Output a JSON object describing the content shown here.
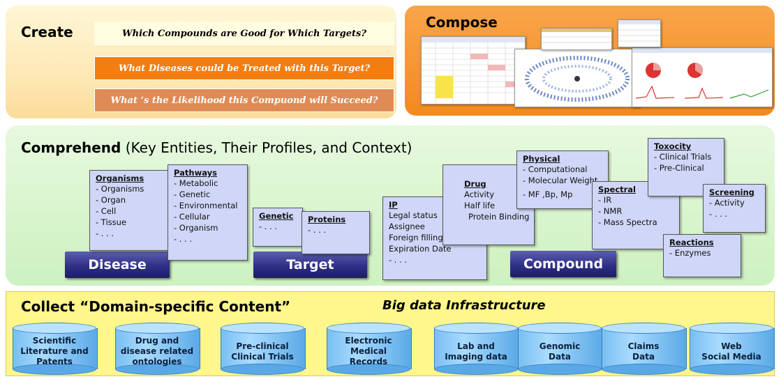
{
  "create": {
    "title": "Create",
    "questions": [
      "Which Compounds are Good for Which Targets?",
      "What Diseases could be Treated with this Target?",
      "What ‘s the Likelihood this Compuond will Succeed?"
    ],
    "colors": [
      "#fffde0",
      "#f47d10",
      "#df8b55"
    ]
  },
  "compose": {
    "title": "Compose"
  },
  "comprehend": {
    "title_bold": "Comprehend",
    "title_rest": " (Key Entities, Their Profiles, and Context)",
    "entities": {
      "disease": "Disease",
      "target": "Target",
      "compound": "Compound"
    },
    "notes": {
      "organisms": {
        "head": "Organisms",
        "items": [
          "- Organisms",
          "- Organ",
          "- Cell",
          "- Tissue",
          "- . . ."
        ]
      },
      "pathways": {
        "head": "Pathways",
        "items": [
          "- Metabolic",
          "- Genetic",
          "- Environmental",
          "- Cellular",
          "- Organism",
          "- . . ."
        ]
      },
      "genetic": {
        "head": "Genetic",
        "items": [
          "- . . ."
        ]
      },
      "proteins": {
        "head": "Proteins",
        "items": [
          "- . . ."
        ]
      },
      "ip": {
        "head": "IP",
        "items": [
          "Legal status",
          "Assignee",
          "Foreign fillings",
          "Expiration Date",
          "- . . ."
        ]
      },
      "drug": {
        "head": "Drug",
        "items": [
          "Activity",
          "Half life",
          "Protein Binding"
        ]
      },
      "physical": {
        "head": "Physical",
        "items": [
          "- Computational",
          "- Molecular Weight",
          "- MF ,Bp,  Mp"
        ]
      },
      "spectral": {
        "head": "Spectral",
        "items": [
          "- IR",
          "- NMR",
          "- Mass Spectra"
        ]
      },
      "toxocity": {
        "head": "Toxocity",
        "items": [
          "- Clinical Trials",
          "- Pre-Clinical"
        ]
      },
      "screening": {
        "head": "Screening",
        "items": [
          "- Activity",
          "- . . ."
        ]
      },
      "reactions": {
        "head": "Reactions",
        "items": [
          "- Enzymes"
        ]
      }
    }
  },
  "collect": {
    "title": "Collect “Domain-specific Content”",
    "subtitle": "Big data Infrastructure",
    "sources": [
      "Scientific\nLiterature and\nPatents",
      "Drug and\ndisease related\nontologies",
      "Pre-clinical\nClinical Trials",
      "Electronic\nMedical\nRecords",
      "Lab and\nImaging data",
      "Genomic\nData",
      "Claims\nData",
      "Web\nSocial Media"
    ]
  }
}
